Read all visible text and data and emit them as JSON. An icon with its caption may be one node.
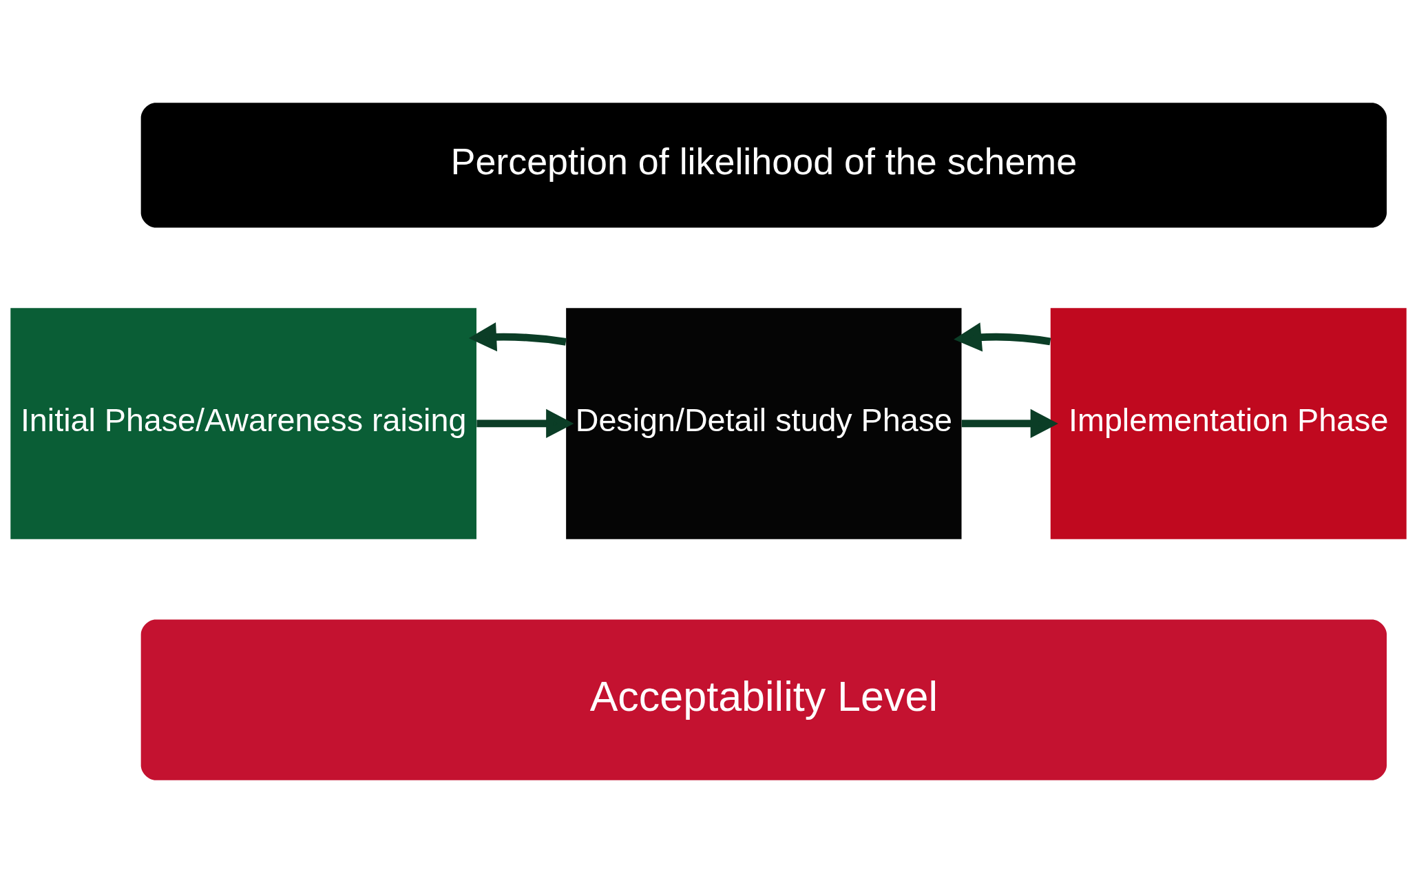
{
  "diagram": {
    "nodes": [
      {
        "text": [
          "Perception of likelihood of the scheme"
        ]
      },
      {
        "text": [
          "Initial Phase/Awareness raising"
        ]
      },
      {
        "text": [
          "Design/Detail study Phase"
        ]
      },
      {
        "text": [
          "Implementation Phase"
        ]
      },
      {
        "text": [
          "Acceptability Level"
        ]
      }
    ],
    "edges": [
      {
        "from": 1,
        "to": 2,
        "arrow": "to"
      },
      {
        "from": 2,
        "to": 3,
        "arrow": "to"
      },
      {
        "from": 2,
        "to": 1,
        "arrow": "to"
      },
      {
        "from": 3,
        "to": 2,
        "arrow": "to"
      }
    ]
  }
}
